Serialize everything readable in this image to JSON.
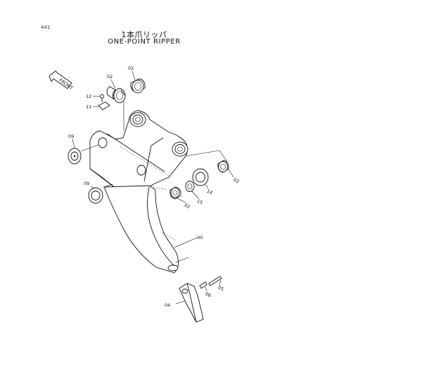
{
  "page": {
    "number": "441"
  },
  "title": {
    "japanese": "1本爪リッパ",
    "english": "ONE-POINT RIPPER"
  },
  "front_arrow": {
    "label": "FRONT"
  },
  "callouts": [
    {
      "id": "c02a",
      "text": "02"
    },
    {
      "id": "c02b",
      "text": "02"
    },
    {
      "id": "c12",
      "text": "12"
    },
    {
      "id": "c11",
      "text": "11"
    },
    {
      "id": "c09a",
      "text": "09"
    },
    {
      "id": "c09b",
      "text": "09"
    },
    {
      "id": "c02c",
      "text": "02"
    },
    {
      "id": "c14",
      "text": "14"
    },
    {
      "id": "c15",
      "text": "15"
    },
    {
      "id": "c02d",
      "text": "02"
    },
    {
      "id": "c00",
      "text": "00"
    },
    {
      "id": "c05",
      "text": "05"
    },
    {
      "id": "c06",
      "text": "06"
    },
    {
      "id": "c04",
      "text": "04"
    }
  ]
}
